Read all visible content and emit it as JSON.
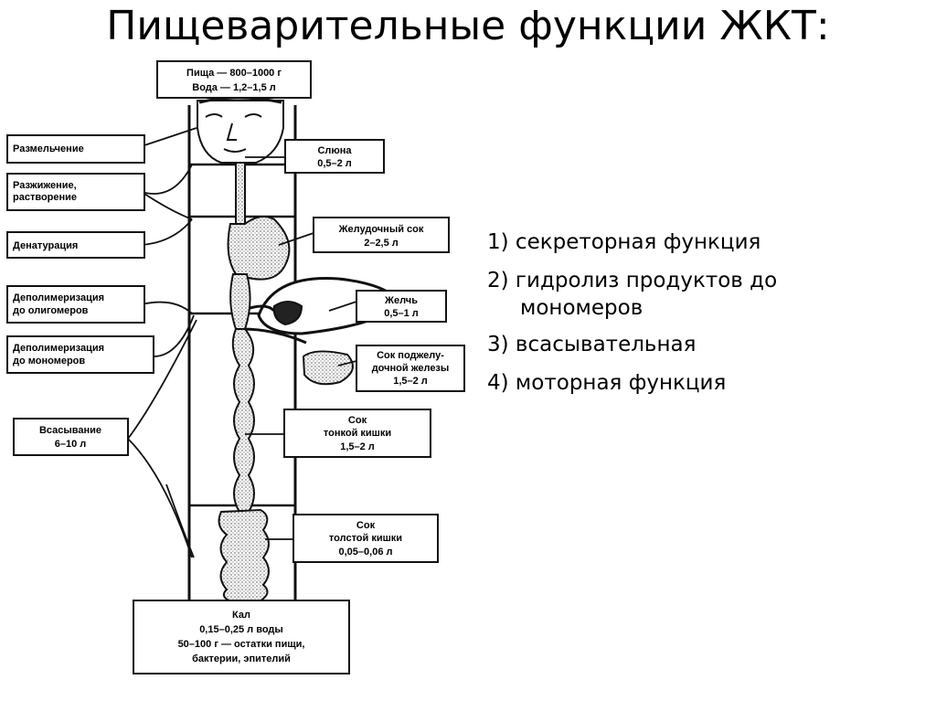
{
  "title": "Пищеварительные функции ЖКТ:",
  "diagram": {
    "intake": [
      "Пища — 800–1000 г",
      "Вода — 1,2–1,5 л"
    ],
    "left_labels": {
      "grinding": [
        "Размельчение"
      ],
      "liquefaction": [
        "Разжижение,",
        "растворение"
      ],
      "denaturation": [
        "Денатурация"
      ],
      "depoly_oligo": [
        "Деполимеризация",
        "до олигомеров"
      ],
      "depoly_mono": [
        "Деполимеризация",
        "до мономеров"
      ],
      "absorption": [
        "Всасывание",
        "6–10 л"
      ]
    },
    "right_labels": {
      "saliva": [
        "Слюна",
        "0,5–2 л"
      ],
      "gastric": [
        "Желудочный сок",
        "2–2,5 л"
      ],
      "bile": [
        "Желчь",
        "0,5–1 л"
      ],
      "pancreatic": [
        "Сок поджелу-",
        "дочной железы",
        "1,5–2 л"
      ],
      "small_intestine": [
        "Сок",
        "тонкой кишки",
        "1,5–2 л"
      ],
      "large_intestine": [
        "Сок",
        "толстой кишки",
        "0,05–0,06 л"
      ]
    },
    "output": [
      "Кал",
      "0,15–0,25 л воды",
      "50–100 г — остатки пищи,",
      "бактерии, эпителий"
    ]
  },
  "functions": [
    {
      "number": "1)",
      "text": "секреторная функция"
    },
    {
      "number": "2)",
      "text": "гидролиз продуктов до",
      "continuation": "мономеров"
    },
    {
      "number": "3)",
      "text": "всасывательная"
    },
    {
      "number": "4)",
      "text": "моторная функция"
    }
  ]
}
